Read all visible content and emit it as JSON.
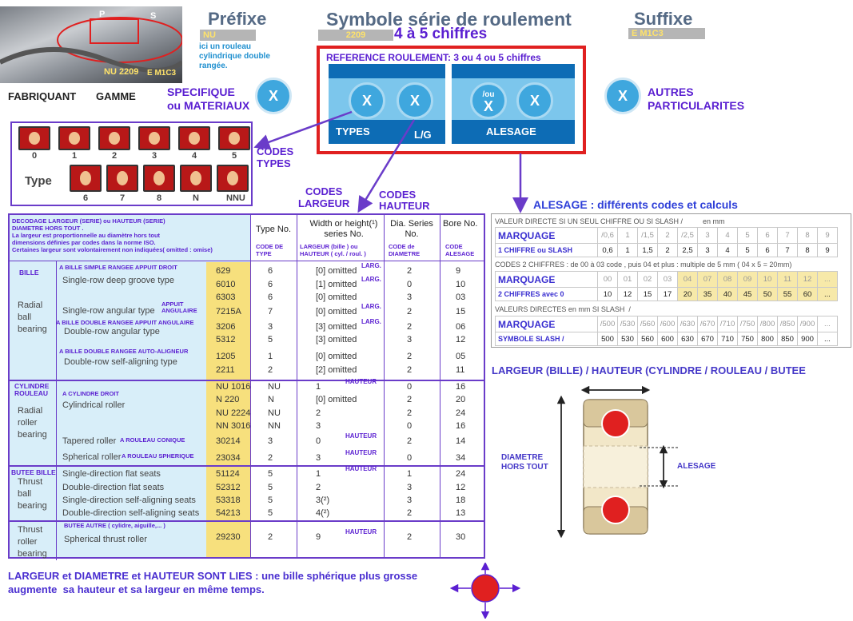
{
  "header": {
    "prefix_title": "Préfixe",
    "prefix_value": "NU",
    "prefix_desc": "ici un rouleau cylindrique double rangée.",
    "series_title": "Symbole série de roulement",
    "series_value": "2209",
    "series_digits": "4 à 5 chiffres",
    "suffix_title": "Suffixe",
    "suffix_value": "E M1C3",
    "photo_marking": "NU 2209",
    "photo_suffix": "E M1C3",
    "photo_p": "P",
    "photo_s": "S",
    "fabricant": "FABRIQUANT",
    "gamme": "GAMME",
    "specifique": "SPECIFIQUE\nou MATERIAUX",
    "autres": "AUTRES\nPARTICULARITES",
    "x": "X",
    "ou": "/ou"
  },
  "reference_box": {
    "title": "REFERENCE ROULEMENT: 3 ou 4 ou 5 chiffres",
    "types": "TYPES",
    "lg": "L/G",
    "alesage": "ALESAGE"
  },
  "codes_types": {
    "label": "CODES\nTYPES",
    "type_word": "Type",
    "row1": [
      "0",
      "1",
      "2",
      "3",
      "4",
      "5"
    ],
    "row2": [
      "6",
      "7",
      "8",
      "N",
      "NNU"
    ]
  },
  "codes_largeur": "CODES\nLARGEUR",
  "codes_hauteur": "CODES\nHAUTEUR",
  "main_table": {
    "header_desc": "DECODAGE LARGEUR (SERIE) ou HAUTEUR (SERIE)\nDIAMETRE HORS TOUT .\nLa largeur est proportionnelle au diamètre hors tout\ndimensions définies par codes dans la norme ISO.\nCertaines largeur sont volontairement non indiquées( omitted : omise)",
    "col_type": "Type No.",
    "col_type_sub": "CODE DE\nTYPE",
    "col_width": "Width or height(¹)\nseries No.",
    "col_width_sub": "LARGEUR (bille ) ou\nHAUTEUR ( cyl. / roul. )",
    "col_dia": "Dia. Series\nNo.",
    "col_dia_sub": "CODE de\nDIAMETRE",
    "col_bore": "Bore No.",
    "col_bore_sub": "CODE\nALESAGE",
    "groups": [
      {
        "fr": "BILLE",
        "en": "Radial\nball\nbearing"
      },
      {
        "fr": "CYLINDRE\nROULEAU",
        "en": "Radial\nroller\nbearing"
      },
      {
        "fr": "BUTEE BILLE",
        "en": "Thrust\nball\nbearing"
      },
      {
        "fr": "",
        "en": "Thrust\nroller\nbearing"
      }
    ],
    "subtypes": [
      {
        "fr": "A BILLE SIMPLE RANGEE APPUIT DROIT",
        "en": "Single-row deep groove type"
      },
      {
        "fr": "APPUIT\nANGULAIRE",
        "en": "Single-row angular type"
      },
      {
        "fr": "A BILLE DOUBLE RANGEE APPUIT ANGULAIRE",
        "en": "Double-row angular type"
      },
      {
        "fr": "A BILLE DOUBLE RANGEE AUTO-ALIGNEUR",
        "en": "Double-row self-aligning type"
      },
      {
        "fr": "A CYLINDRE DROIT",
        "en": "Cylindrical roller"
      },
      {
        "fr": "A ROULEAU CONIQUE",
        "en": "Tapered roller"
      },
      {
        "fr": "A ROULEAU SPHERIQUE",
        "en": "Spherical roller"
      },
      {
        "fr": "",
        "en": "Single-direction flat seats"
      },
      {
        "fr": "",
        "en": "Double-direction flat seats"
      },
      {
        "fr": "",
        "en": "Single-direction self-aligning seats"
      },
      {
        "fr": "",
        "en": "Double-direction self-aligning seats"
      },
      {
        "fr": "BUTEE AUTRE ( cylidre, aiguille,... )",
        "en": "Spherical thrust roller"
      }
    ],
    "rows": [
      [
        "629",
        "6",
        "[0] omitted",
        "LARG.",
        "2",
        "9"
      ],
      [
        "6010",
        "6",
        "[1] omitted",
        "LARG.",
        "0",
        "10"
      ],
      [
        "6303",
        "6",
        "[0] omitted",
        "",
        "3",
        "03"
      ],
      [
        "7215A",
        "7",
        "[0] omitted",
        "LARG.",
        "2",
        "15"
      ],
      [
        "3206",
        "3",
        "[3] omitted",
        "LARG.",
        "2",
        "06"
      ],
      [
        "5312",
        "5",
        "[3] omitted",
        "",
        "3",
        "12"
      ],
      [
        "1205",
        "1",
        "[0] omitted",
        "",
        "2",
        "05"
      ],
      [
        "2211",
        "2",
        "[2] omitted",
        "",
        "2",
        "11"
      ],
      [
        "NU 1016",
        "NU",
        "1",
        "HAUTEUR",
        "0",
        "16"
      ],
      [
        "N 220",
        "N",
        "[0] omitted",
        "",
        "2",
        "20"
      ],
      [
        "NU 2224",
        "NU",
        "2",
        "",
        "2",
        "24"
      ],
      [
        "NN 3016",
        "NN",
        "3",
        "",
        "0",
        "16"
      ],
      [
        "30214",
        "3",
        "0",
        "HAUTEUR",
        "2",
        "14"
      ],
      [
        "23034",
        "2",
        "3",
        "HAUTEUR",
        "0",
        "34"
      ],
      [
        "51124",
        "5",
        "1",
        "HAUTEUR",
        "1",
        "24"
      ],
      [
        "52312",
        "5",
        "2",
        "",
        "3",
        "12"
      ],
      [
        "53318",
        "5",
        "3(²)",
        "",
        "3",
        "18"
      ],
      [
        "54213",
        "5",
        "4(²)",
        "",
        "2",
        "13"
      ],
      [
        "29230",
        "2",
        "9",
        "HAUTEUR",
        "2",
        "30"
      ]
    ]
  },
  "alesage": {
    "title": "ALESAGE : différents codes et calculs",
    "t1_caption": "VALEUR DIRECTE SI UN SEUL CHIFFRE OU SI SLASH /          en mm",
    "t1_row1_label": "MARQUAGE",
    "t1_row1": [
      "/0,6",
      "1",
      "/1,5",
      "2",
      "/2,5",
      "3",
      "4",
      "5",
      "6",
      "7",
      "8",
      "9"
    ],
    "t1_row2_label": "1 CHIFFRE ou SLASH",
    "t1_row2": [
      "0,6",
      "1",
      "1,5",
      "2",
      "2,5",
      "3",
      "4",
      "5",
      "6",
      "7",
      "8",
      "9"
    ],
    "t2_caption": "CODES 2 CHIFFRES : de 00 à 03 code , puis 04 et plus : multiple de 5 mm ( 04 x 5 = 20mm)",
    "t2_row1_label": "MARQUAGE",
    "t2_row1": [
      "00",
      "01",
      "02",
      "03",
      "04",
      "07",
      "08",
      "09",
      "10",
      "11",
      "12",
      "..."
    ],
    "t2_row2_label": "2 CHIFFRES avec 0",
    "t2_row2": [
      "10",
      "12",
      "15",
      "17",
      "20",
      "35",
      "40",
      "45",
      "50",
      "55",
      "60",
      "..."
    ],
    "t3_caption": "VALEURS DIRECTES en mm SI SLASH  /",
    "t3_row1_label": "MARQUAGE",
    "t3_row1": [
      "/500",
      "/530",
      "/560",
      "/600",
      "/630",
      "/670",
      "/710",
      "/750",
      "/800",
      "/850",
      "/900",
      "..."
    ],
    "t3_row2_label": "SYMBOLE SLASH  /",
    "t3_row2": [
      "500",
      "530",
      "560",
      "600",
      "630",
      "670",
      "710",
      "750",
      "800",
      "850",
      "900",
      "..."
    ]
  },
  "largeur_hauteur": {
    "title": "LARGEUR (BILLE) / HAUTEUR (CYLINDRE / ROULEAU / BUTEE",
    "diametre": "DIAMETRE\nHORS TOUT",
    "alesage": "ALESAGE"
  },
  "footer": "LARGEUR et DIAMETRE et HAUTEUR SONT LIES : une bille sphérique plus grosse\naugmente  sa hauteur et sa largeur en même temps.",
  "colors": {
    "accent": "#5a1fd1",
    "blue": "#3fa7de",
    "yellow": "#f7e07d",
    "red": "#e02020",
    "table_bg": "#d8eef9"
  }
}
